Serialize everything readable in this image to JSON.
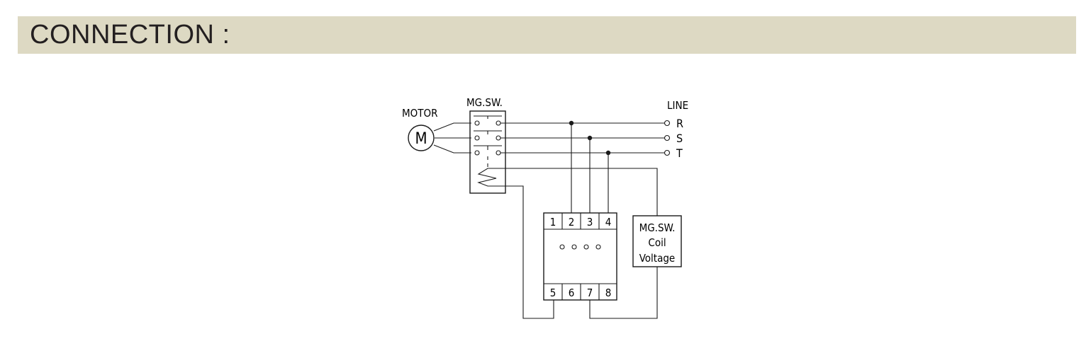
{
  "header": {
    "title": "CONNECTION :"
  },
  "diagram": {
    "motor_label": "MOTOR",
    "motor_symbol": "M",
    "switch_label": "MG.SW.",
    "line_label": "LINE",
    "phases": [
      "R",
      "S",
      "T"
    ],
    "relay_top_terminals": [
      "1",
      "2",
      "3",
      "4"
    ],
    "relay_bottom_terminals": [
      "5",
      "6",
      "7",
      "8"
    ],
    "coil_box": {
      "line1": "MG.SW.",
      "line2": "Coil",
      "line3": "Voltage"
    }
  }
}
